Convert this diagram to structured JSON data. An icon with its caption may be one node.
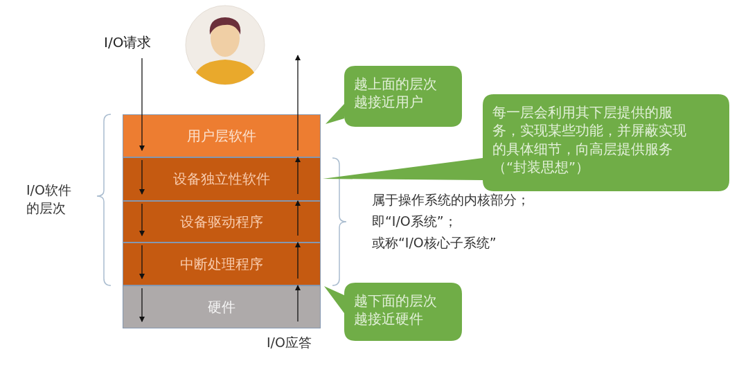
{
  "diagram": {
    "nodes": [
      {
        "text": [
          "I/O请求"
        ]
      },
      {
        "text": [
          "用户层软件"
        ]
      },
      {
        "text": [
          "设备独立性软件"
        ]
      },
      {
        "text": [
          "设备驱动程序"
        ]
      },
      {
        "text": [
          "中断处理程序"
        ]
      },
      {
        "text": [
          "硬件"
        ]
      },
      {
        "text": [
          "越上面的层次越接近用户"
        ]
      },
      {
        "text": [
          "每一层会利用其下层提供的服务，实现某些功能，并屏蔽实现的具体细节，向高层提供服务（“封装思想”）"
        ]
      },
      {
        "text": [
          "越下面的层次越接近硬件"
        ]
      }
    ],
    "edges": [
      {
        "from": 0,
        "to": 1,
        "arrow": "to"
      },
      {
        "from": 1,
        "to": 2,
        "arrow": "to"
      },
      {
        "from": 2,
        "to": 3,
        "arrow": "to"
      },
      {
        "from": 3,
        "to": 4,
        "arrow": "to"
      },
      {
        "from": 4,
        "to": 5,
        "arrow": "to"
      },
      {
        "from": 5,
        "to": 4,
        "arrow": "to"
      },
      {
        "from": 4,
        "to": 3,
        "arrow": "to"
      },
      {
        "from": 3,
        "to": 2,
        "arrow": "to"
      },
      {
        "from": 2,
        "to": 1,
        "arrow": "to"
      },
      {
        "from": 1,
        "to": null,
        "arrow": "to"
      }
    ],
    "labels": [
      "I/O软件的层次",
      "属于操作系统的内核部分；",
      "即“I/O系统”；",
      "或称“I/O核心子系统”",
      "I/O应答"
    ]
  }
}
